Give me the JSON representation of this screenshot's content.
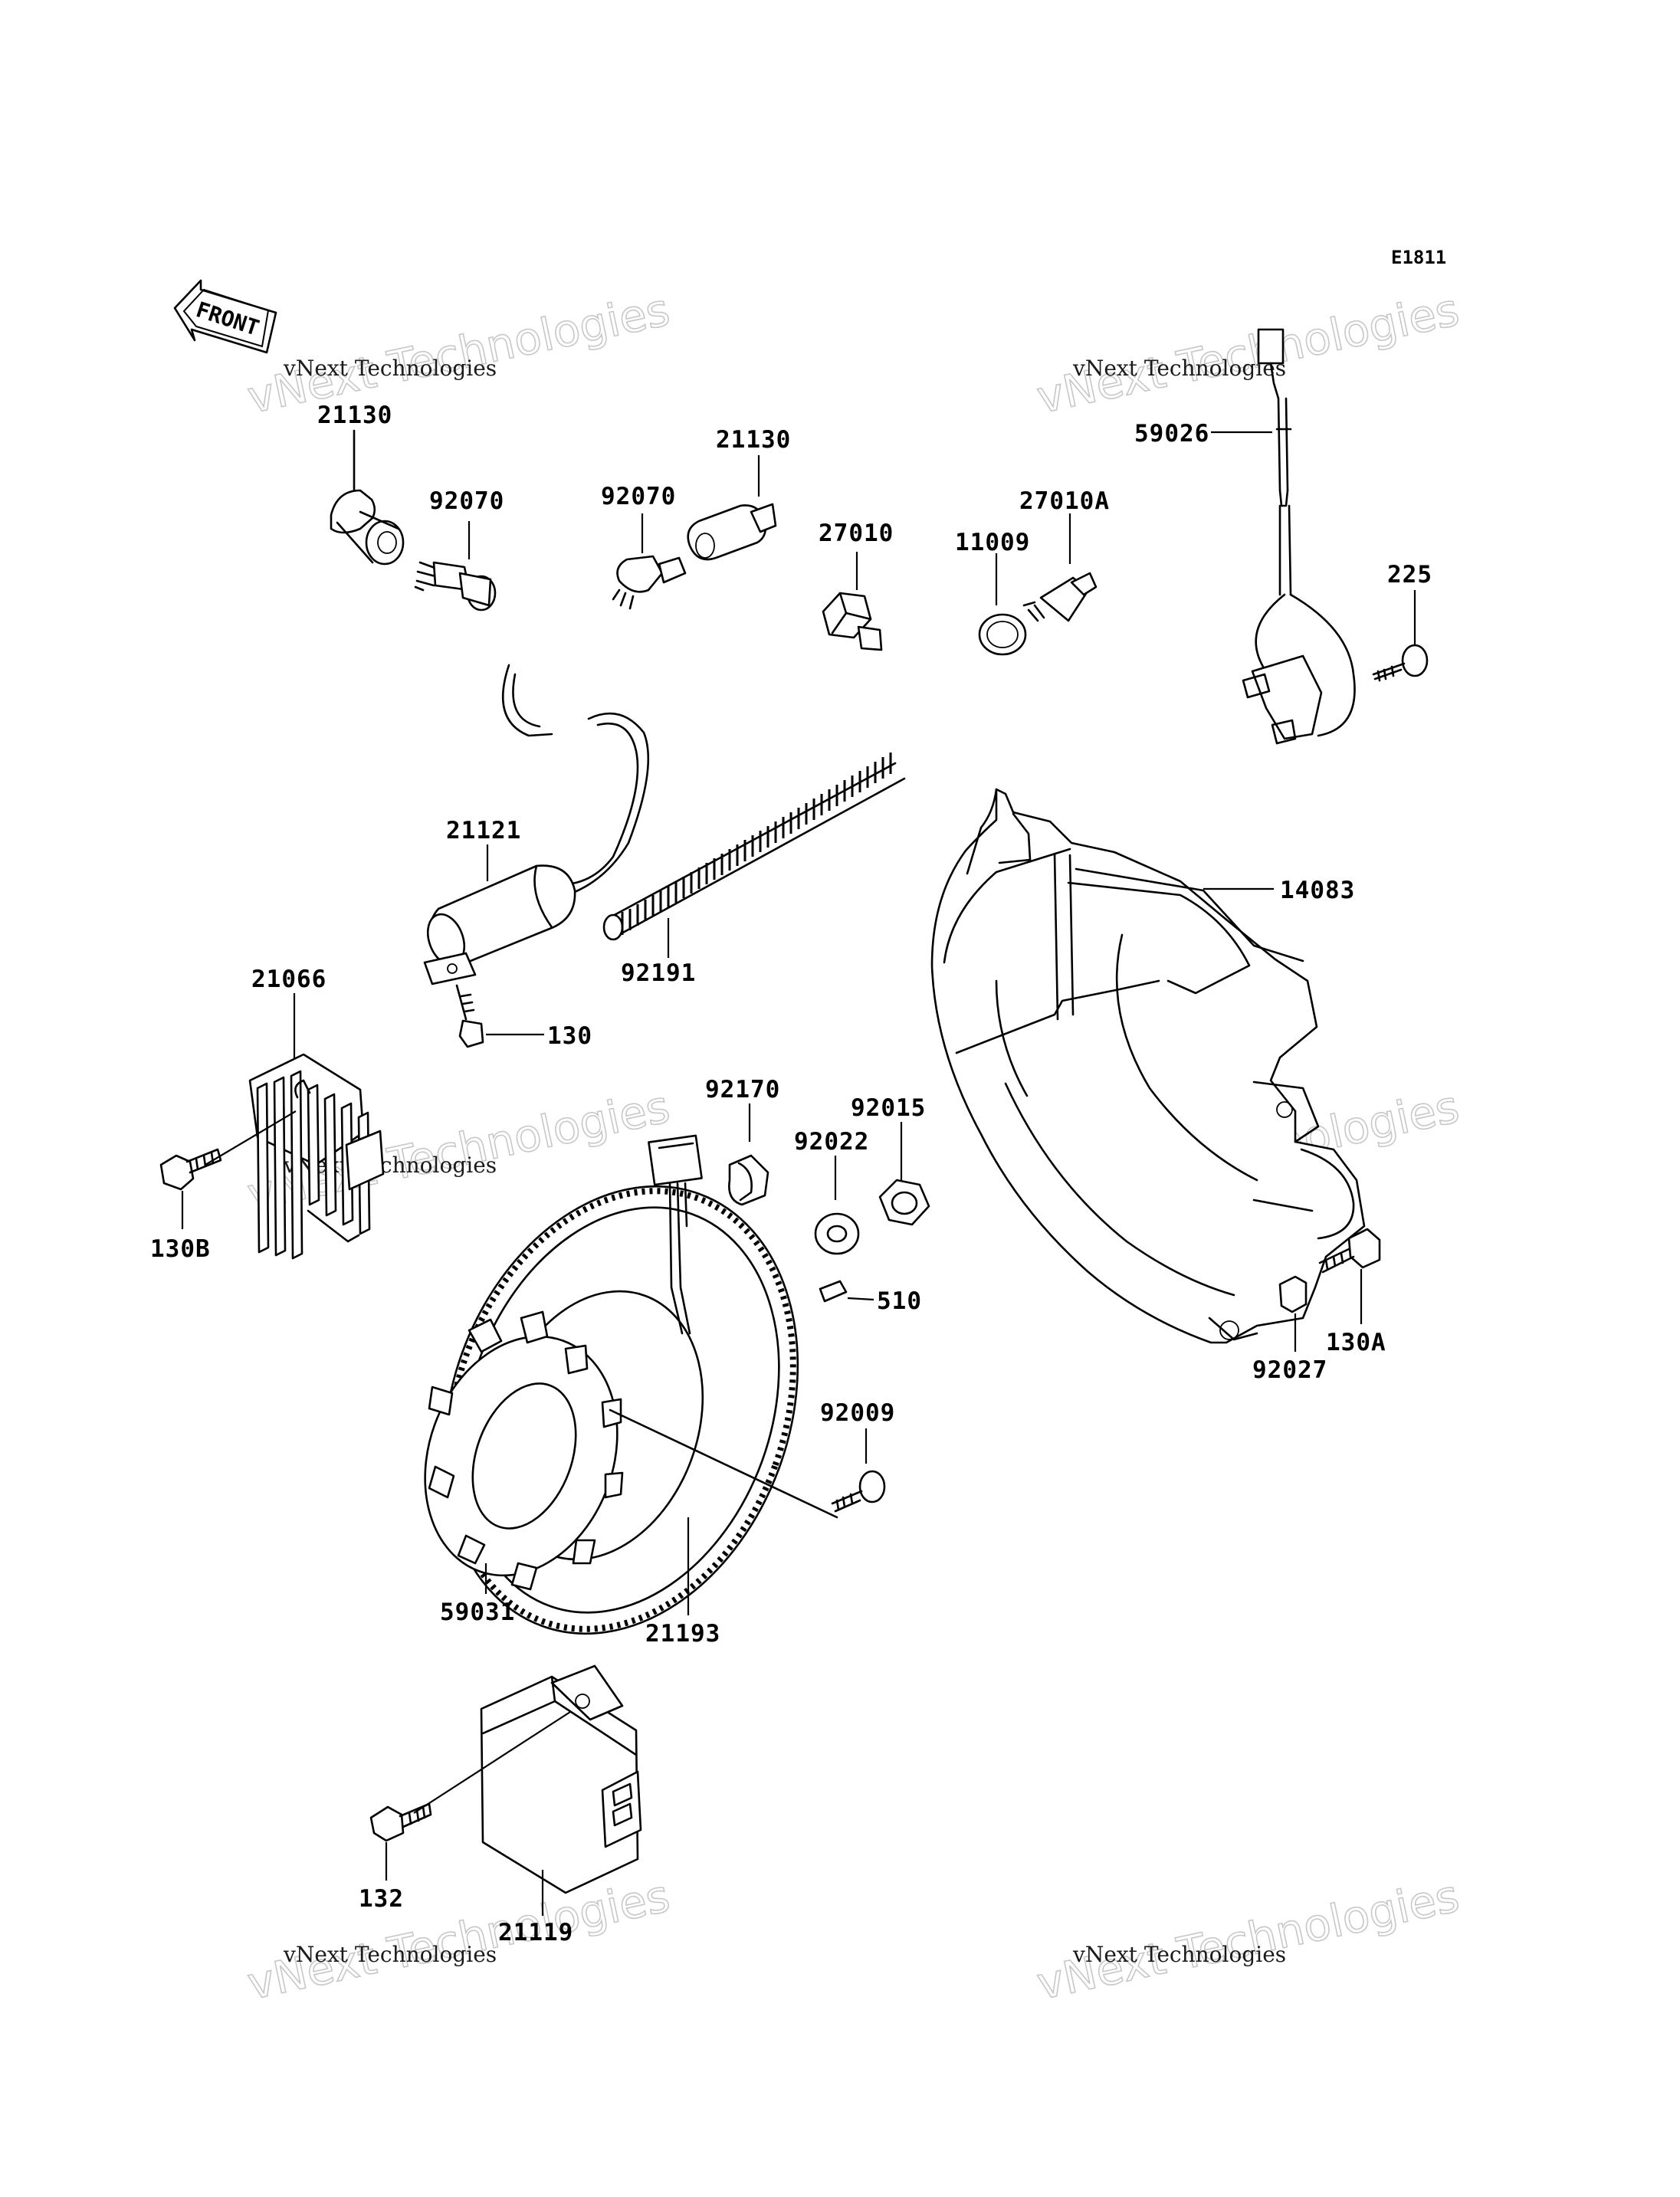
{
  "diagram": {
    "code": "E1811",
    "front_label": "FRONT",
    "watermark_line": "vNext Technologies",
    "watermark_outline": "vNext Technologies",
    "labels": [
      {
        "id": "21130a",
        "text": "21130"
      },
      {
        "id": "92070a",
        "text": "92070"
      },
      {
        "id": "92070b",
        "text": "92070"
      },
      {
        "id": "21130b",
        "text": "21130"
      },
      {
        "id": "27010",
        "text": "27010"
      },
      {
        "id": "11009",
        "text": "11009"
      },
      {
        "id": "27010A",
        "text": "27010A"
      },
      {
        "id": "59026",
        "text": "59026"
      },
      {
        "id": "225",
        "text": "225"
      },
      {
        "id": "21121",
        "text": "21121"
      },
      {
        "id": "92191",
        "text": "92191"
      },
      {
        "id": "14083",
        "text": "14083"
      },
      {
        "id": "21066",
        "text": "21066"
      },
      {
        "id": "130",
        "text": "130"
      },
      {
        "id": "130B",
        "text": "130B"
      },
      {
        "id": "92170",
        "text": "92170"
      },
      {
        "id": "92015",
        "text": "92015"
      },
      {
        "id": "92022",
        "text": "92022"
      },
      {
        "id": "510",
        "text": "510"
      },
      {
        "id": "130A",
        "text": "130A"
      },
      {
        "id": "92027",
        "text": "92027"
      },
      {
        "id": "92009",
        "text": "92009"
      },
      {
        "id": "59031",
        "text": "59031"
      },
      {
        "id": "21193",
        "text": "21193"
      },
      {
        "id": "132",
        "text": "132"
      },
      {
        "id": "21119",
        "text": "21119"
      }
    ]
  }
}
